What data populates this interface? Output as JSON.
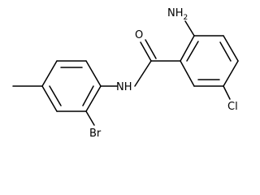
{
  "molecule": {
    "atoms": {
      "amino": {
        "text": "NH",
        "sub": "2"
      },
      "oxygen": {
        "text": "O"
      },
      "amide_nh": {
        "text": "NH"
      },
      "chlorine": {
        "text": "Cl"
      },
      "bromine": {
        "text": "Br"
      }
    }
  }
}
